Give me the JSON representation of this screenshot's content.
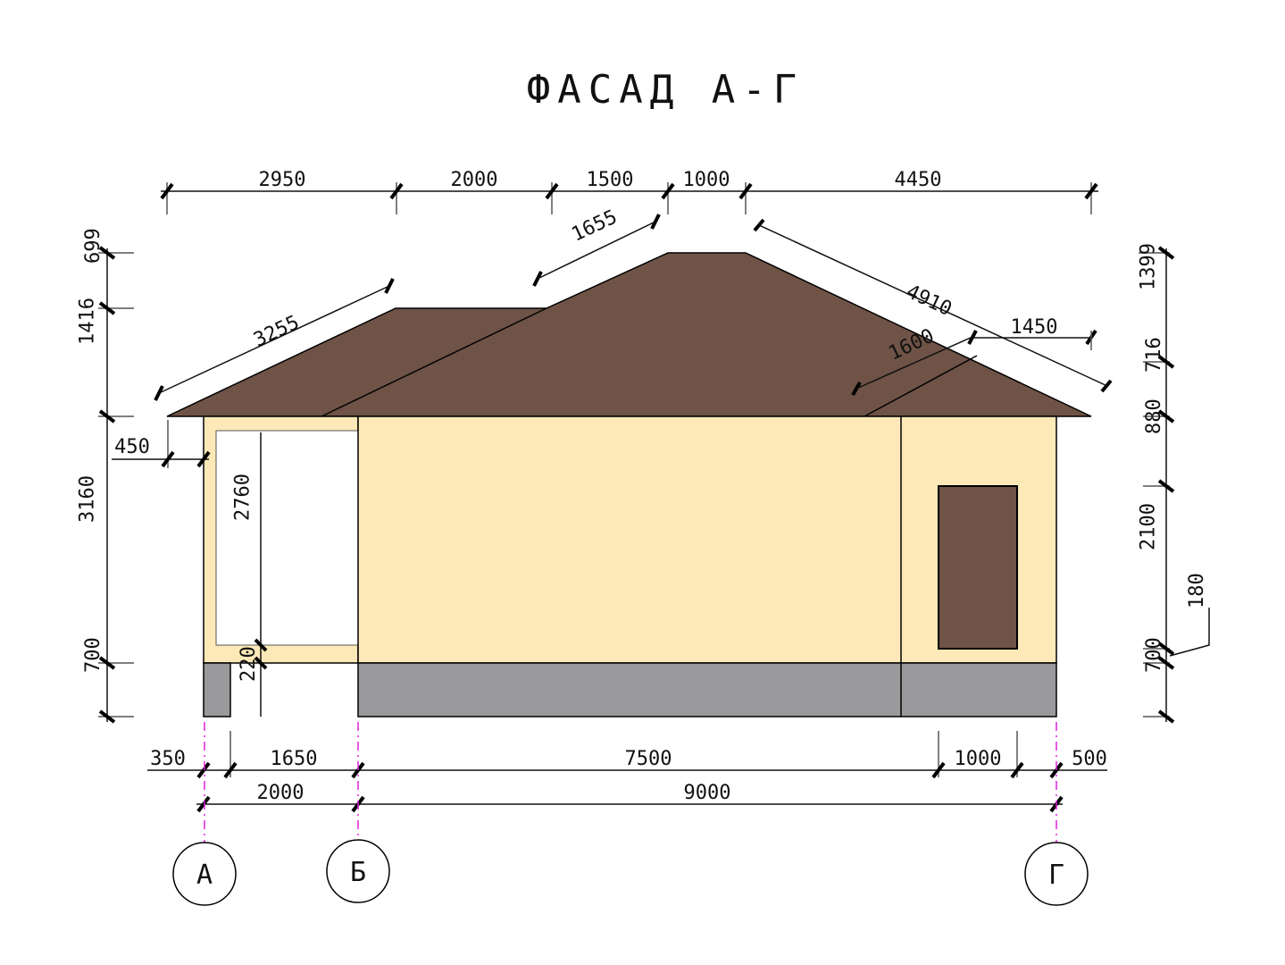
{
  "title": "ФАСАД А-Г",
  "colors": {
    "roof": "#6f5347",
    "wall": "#fde9b8",
    "plinth": "#9a9a9c",
    "window": "#6f5347",
    "axis": "#e020e0"
  },
  "dimensions": {
    "top": [
      "2950",
      "2000",
      "1500",
      "1000",
      "4450"
    ],
    "roof_slopes": {
      "left": "3255",
      "center": "1655",
      "right": "4910",
      "hip": "1600",
      "hip_offset": "1450"
    },
    "left": [
      "699",
      "1416",
      "3160",
      "700"
    ],
    "overhang": "450",
    "porch_height": "2760",
    "porch_floor": "220",
    "right": [
      "1399",
      "716",
      "880",
      "2100",
      "180",
      "700"
    ],
    "bottom_row1": [
      "350",
      "1650",
      "7500",
      "1000",
      "500"
    ],
    "bottom_row2": [
      "2000",
      "9000"
    ]
  },
  "axes": [
    "А",
    "Б",
    "Г"
  ]
}
